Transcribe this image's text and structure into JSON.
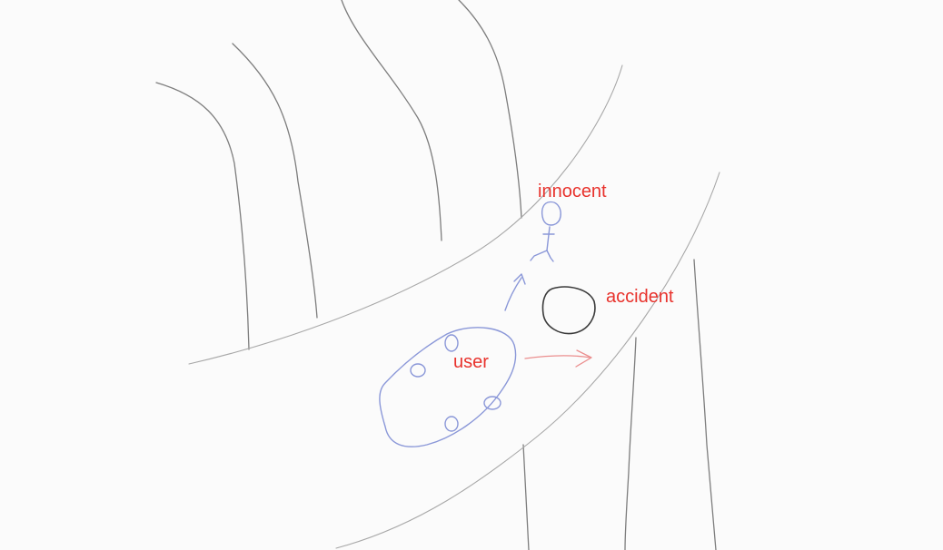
{
  "labels": {
    "innocent": "innocent",
    "accident": "accident",
    "user": "user"
  },
  "colors": {
    "background": "#fbfbfb",
    "label_red": "#e8322c",
    "pencil_gray": "#7d7d7d",
    "road_gray": "#a8a8a8",
    "sketch_blue": "#8a97d8",
    "arrow_red": "#eb8f8f",
    "rock_black": "#3a3a3a"
  },
  "icons": {
    "pedestrian": "stick-figure-icon",
    "obstacle": "rock-icon",
    "vehicle": "car-icon"
  }
}
